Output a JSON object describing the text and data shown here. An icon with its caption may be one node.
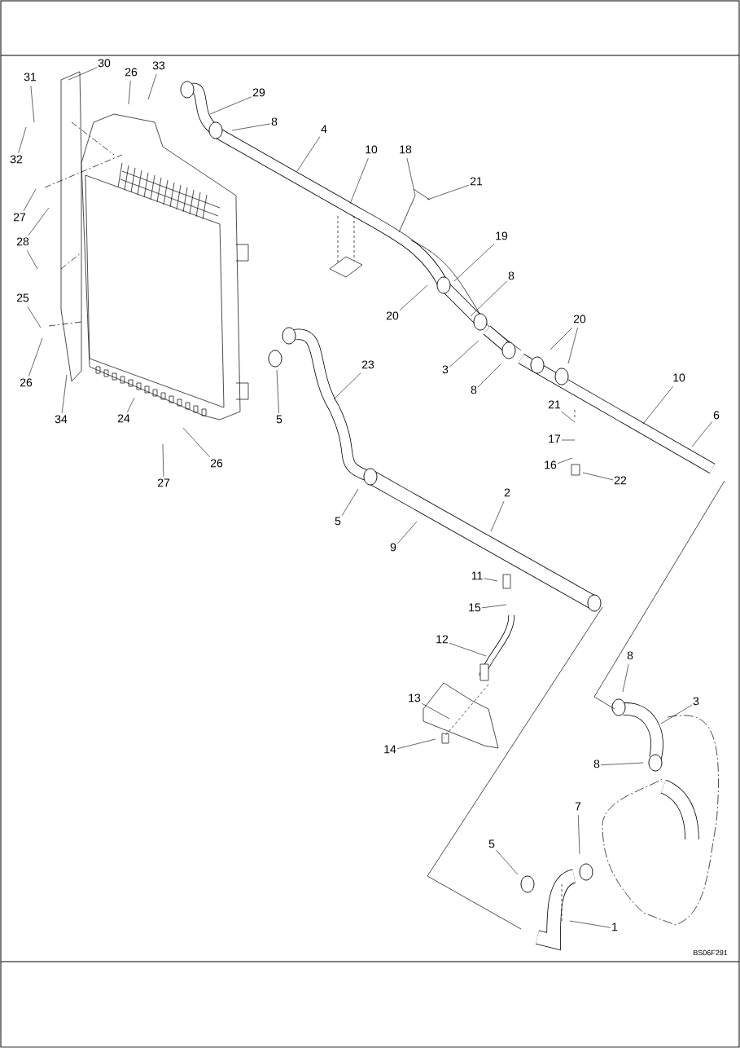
{
  "diagram": {
    "nodes": [
      {
        "text": [
          "31"
        ]
      },
      {
        "text": [
          "30"
        ]
      },
      {
        "text": [
          "26"
        ]
      },
      {
        "text": [
          "33"
        ]
      },
      {
        "text": [
          "29"
        ]
      },
      {
        "text": [
          "8"
        ]
      },
      {
        "text": [
          "4"
        ]
      },
      {
        "text": [
          "10"
        ]
      },
      {
        "text": [
          "18"
        ]
      },
      {
        "text": [
          "21"
        ]
      },
      {
        "text": [
          "32"
        ]
      },
      {
        "text": [
          "27"
        ]
      },
      {
        "text": [
          "28"
        ]
      },
      {
        "text": [
          "19"
        ]
      },
      {
        "text": [
          "8"
        ]
      },
      {
        "text": [
          "20"
        ]
      },
      {
        "text": [
          "25"
        ]
      },
      {
        "text": [
          "26"
        ]
      },
      {
        "text": [
          "3"
        ]
      },
      {
        "text": [
          "8"
        ]
      },
      {
        "text": [
          "20"
        ]
      },
      {
        "text": [
          "23"
        ]
      },
      {
        "text": [
          "5"
        ]
      },
      {
        "text": [
          "34"
        ]
      },
      {
        "text": [
          "24"
        ]
      },
      {
        "text": [
          "10"
        ]
      },
      {
        "text": [
          "6"
        ]
      },
      {
        "text": [
          "21"
        ]
      },
      {
        "text": [
          "17"
        ]
      },
      {
        "text": [
          "16"
        ]
      },
      {
        "text": [
          "22"
        ]
      },
      {
        "text": [
          "26"
        ]
      },
      {
        "text": [
          "27"
        ]
      },
      {
        "text": [
          "2"
        ]
      },
      {
        "text": [
          "5"
        ]
      },
      {
        "text": [
          "9"
        ]
      },
      {
        "text": [
          "11"
        ]
      },
      {
        "text": [
          "15"
        ]
      },
      {
        "text": [
          "12"
        ]
      },
      {
        "text": [
          "8"
        ]
      },
      {
        "text": [
          "13"
        ]
      },
      {
        "text": [
          "3"
        ]
      },
      {
        "text": [
          "14"
        ]
      },
      {
        "text": [
          "8"
        ]
      },
      {
        "text": [
          "7"
        ]
      },
      {
        "text": [
          "5"
        ]
      },
      {
        "text": [
          "1"
        ]
      }
    ],
    "edges": [
      {
        "from": 0,
        "to": null,
        "arrow": "none"
      },
      {
        "from": 1,
        "to": null,
        "arrow": "none"
      },
      {
        "from": 2,
        "to": null,
        "arrow": "none"
      },
      {
        "from": 3,
        "to": null,
        "arrow": "none"
      },
      {
        "from": 4,
        "to": null,
        "arrow": "none"
      },
      {
        "from": 5,
        "to": null,
        "arrow": "none"
      },
      {
        "from": 6,
        "to": null,
        "arrow": "none"
      },
      {
        "from": 7,
        "to": null,
        "arrow": "none"
      },
      {
        "from": 8,
        "to": null,
        "arrow": "none"
      },
      {
        "from": 9,
        "to": null,
        "arrow": "none"
      },
      {
        "from": 10,
        "to": null,
        "arrow": "none"
      },
      {
        "from": 11,
        "to": null,
        "arrow": "none"
      },
      {
        "from": 12,
        "to": null,
        "arrow": "none"
      },
      {
        "from": 12,
        "to": null,
        "arrow": "none"
      },
      {
        "from": 13,
        "to": null,
        "arrow": "none"
      },
      {
        "from": 14,
        "to": null,
        "arrow": "none"
      },
      {
        "from": 15,
        "to": null,
        "arrow": "none"
      },
      {
        "from": 16,
        "to": null,
        "arrow": "none"
      },
      {
        "from": 17,
        "to": null,
        "arrow": "none"
      },
      {
        "from": 18,
        "to": null,
        "arrow": "none"
      },
      {
        "from": 19,
        "to": null,
        "arrow": "none"
      },
      {
        "from": 20,
        "to": null,
        "arrow": "none"
      },
      {
        "from": 20,
        "to": null,
        "arrow": "none"
      },
      {
        "from": 21,
        "to": null,
        "arrow": "none"
      },
      {
        "from": 22,
        "to": null,
        "arrow": "none"
      },
      {
        "from": 23,
        "to": null,
        "arrow": "none"
      },
      {
        "from": 24,
        "to": null,
        "arrow": "none"
      },
      {
        "from": 25,
        "to": null,
        "arrow": "none"
      },
      {
        "from": 26,
        "to": null,
        "arrow": "none"
      },
      {
        "from": 27,
        "to": null,
        "arrow": "none"
      },
      {
        "from": 28,
        "to": null,
        "arrow": "none"
      },
      {
        "from": 29,
        "to": null,
        "arrow": "none"
      },
      {
        "from": 30,
        "to": null,
        "arrow": "none"
      },
      {
        "from": 31,
        "to": null,
        "arrow": "none"
      },
      {
        "from": 32,
        "to": null,
        "arrow": "none"
      },
      {
        "from": 33,
        "to": null,
        "arrow": "none"
      },
      {
        "from": 34,
        "to": null,
        "arrow": "none"
      },
      {
        "from": 35,
        "to": null,
        "arrow": "none"
      },
      {
        "from": 36,
        "to": null,
        "arrow": "none"
      },
      {
        "from": 37,
        "to": null,
        "arrow": "none"
      },
      {
        "from": 38,
        "to": null,
        "arrow": "none"
      },
      {
        "from": 39,
        "to": null,
        "arrow": "none"
      },
      {
        "from": 40,
        "to": null,
        "arrow": "none"
      },
      {
        "from": 41,
        "to": null,
        "arrow": "none"
      },
      {
        "from": 42,
        "to": null,
        "arrow": "none"
      },
      {
        "from": 43,
        "to": null,
        "arrow": "none"
      },
      {
        "from": 44,
        "to": null,
        "arrow": "none"
      },
      {
        "from": 45,
        "to": null,
        "arrow": "none"
      },
      {
        "from": 46,
        "to": null,
        "arrow": "none"
      }
    ],
    "labels": [
      "BS06F291"
    ]
  }
}
